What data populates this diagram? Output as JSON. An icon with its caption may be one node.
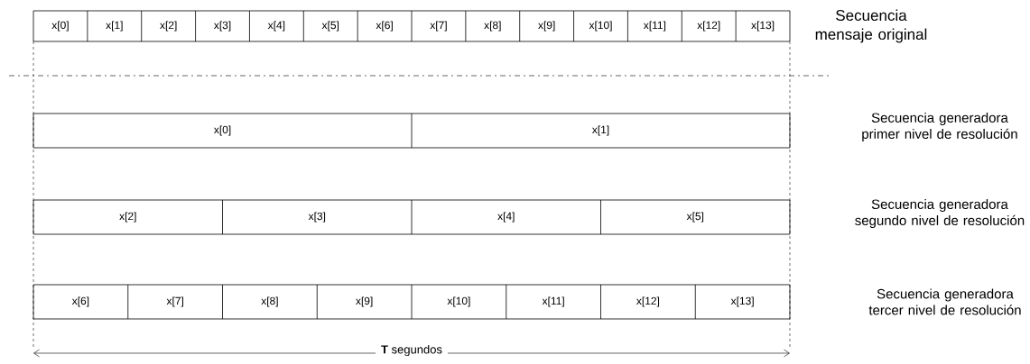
{
  "diagram": {
    "nodes": [
      {
        "text": [],
        "shape": "bar"
      },
      {
        "text": [
          "x[0]"
        ],
        "in": 0
      },
      {
        "text": [
          "x[1]"
        ],
        "in": 0
      },
      {
        "text": [
          "x[2]"
        ],
        "in": 0
      },
      {
        "text": [
          "x[3]"
        ],
        "in": 0
      },
      {
        "text": [
          "x[4]"
        ],
        "in": 0
      },
      {
        "text": [
          "x[5]"
        ],
        "in": 0
      },
      {
        "text": [
          "x[6]"
        ],
        "in": 0
      },
      {
        "text": [
          "x[7]"
        ],
        "in": 0
      },
      {
        "text": [
          "x[8]"
        ],
        "in": 0
      },
      {
        "text": [
          "x[9]"
        ],
        "in": 0
      },
      {
        "text": [
          "x[10]"
        ],
        "in": 0
      },
      {
        "text": [
          "x[11]"
        ],
        "in": 0
      },
      {
        "text": [
          "x[12]"
        ],
        "in": 0
      },
      {
        "text": [
          "x[13]"
        ],
        "in": 0
      },
      {
        "text": [],
        "shape": "bar"
      },
      {
        "text": [
          "x[0]"
        ],
        "in": 15
      },
      {
        "text": [
          "x[1]"
        ],
        "in": 15
      },
      {
        "text": [],
        "shape": "bar"
      },
      {
        "text": [
          "x[2]"
        ],
        "in": 18
      },
      {
        "text": [
          "x[3]"
        ],
        "in": 18
      },
      {
        "text": [
          "x[4]"
        ],
        "in": 18
      },
      {
        "text": [
          "x[5]"
        ],
        "in": 18
      },
      {
        "text": [],
        "shape": "bar"
      },
      {
        "text": [
          "x[6]"
        ],
        "in": 23
      },
      {
        "text": [
          "x[7]"
        ],
        "in": 23
      },
      {
        "text": [
          "x[8]"
        ],
        "in": 23
      },
      {
        "text": [
          "x[9]"
        ],
        "in": 23
      },
      {
        "text": [
          "x[10]"
        ],
        "in": 23
      },
      {
        "text": [
          "x[11]"
        ],
        "in": 23
      },
      {
        "text": [
          "x[12]"
        ],
        "in": 23
      },
      {
        "text": [
          "x[13]"
        ],
        "in": 23
      }
    ],
    "edges": [],
    "labels": [
      "Secuencia mensaje original",
      "Secuencia generadora primer nivel de resolución",
      "Secuencia generadora segundo nivel de resolución",
      "Secuencia generadora tercer nivel de resolución",
      "**T** segundos"
    ]
  }
}
